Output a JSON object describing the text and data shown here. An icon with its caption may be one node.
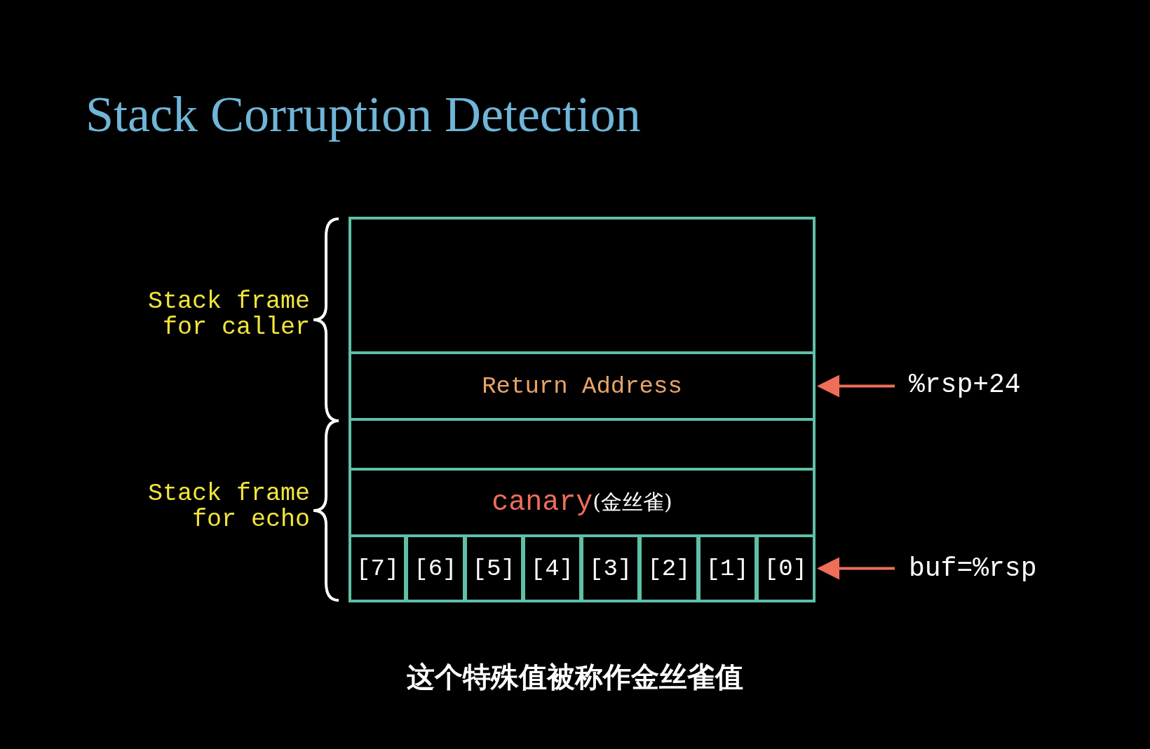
{
  "diagram": {
    "title": "Stack Corruption Detection",
    "caption": "这个特殊值被称作金丝雀值",
    "nodes": [
      {
        "text": [],
        "shape": "box"
      },
      {
        "text": [
          "Return Address"
        ]
      },
      {
        "text": [],
        "shape": "box"
      },
      {
        "text": [
          "canary",
          "(金丝雀)"
        ]
      },
      {
        "text": [
          "[7]"
        ]
      },
      {
        "text": [
          "[6]"
        ]
      },
      {
        "text": [
          "[5]"
        ]
      },
      {
        "text": [
          "[4]"
        ]
      },
      {
        "text": [
          "[3]"
        ]
      },
      {
        "text": [
          "[2]"
        ]
      },
      {
        "text": [
          "[1]"
        ]
      },
      {
        "text": [
          "[0]"
        ]
      },
      {
        "text": [
          "%rsp+24"
        ]
      },
      {
        "text": [
          "buf=%rsp"
        ]
      }
    ],
    "edges": [
      {
        "from": 12,
        "to": 1,
        "arrow": "to"
      },
      {
        "from": 13,
        "to": 11,
        "arrow": "to"
      }
    ],
    "labels": [
      "Stack frame for caller",
      "Stack frame for echo"
    ]
  }
}
